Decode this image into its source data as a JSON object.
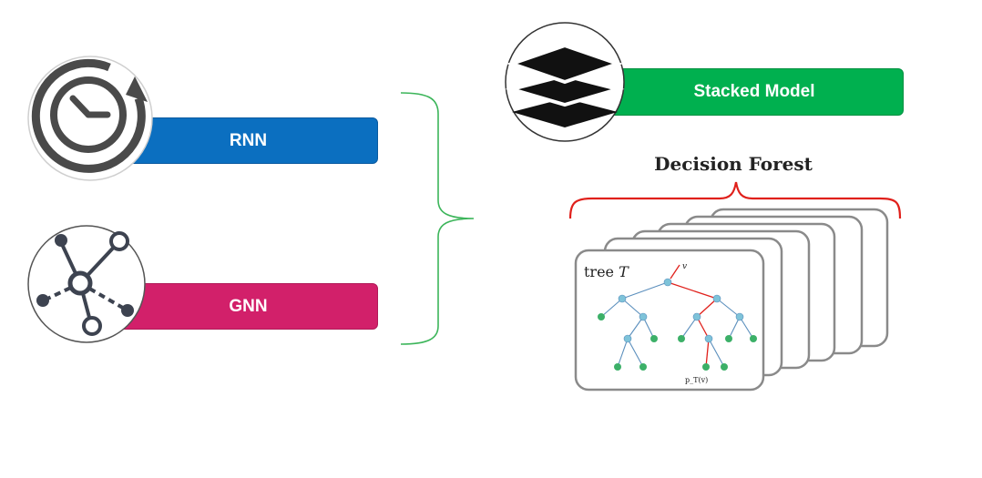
{
  "labels": {
    "rnn": "RNN",
    "gnn": "GNN",
    "stacked_model": "Stacked Model",
    "decision_forest": "Decision Forest",
    "tree_label_prefix": "tree",
    "tree_label_var": "T",
    "root_label": "v",
    "leaf_label": "p_T(v)"
  },
  "colors": {
    "rnn": "#0b6fc0",
    "gnn": "#d2206a",
    "stacked": "#00b04f",
    "bracket": "#3cb55a",
    "brace_red": "#e0201b",
    "node_blue": "#7ec3d9",
    "node_green": "#3cb068",
    "path_red": "#e0201b"
  },
  "icons": {
    "rnn": "clock-cycle-icon",
    "gnn": "graph-network-icon",
    "stacked": "layers-stack-icon"
  }
}
